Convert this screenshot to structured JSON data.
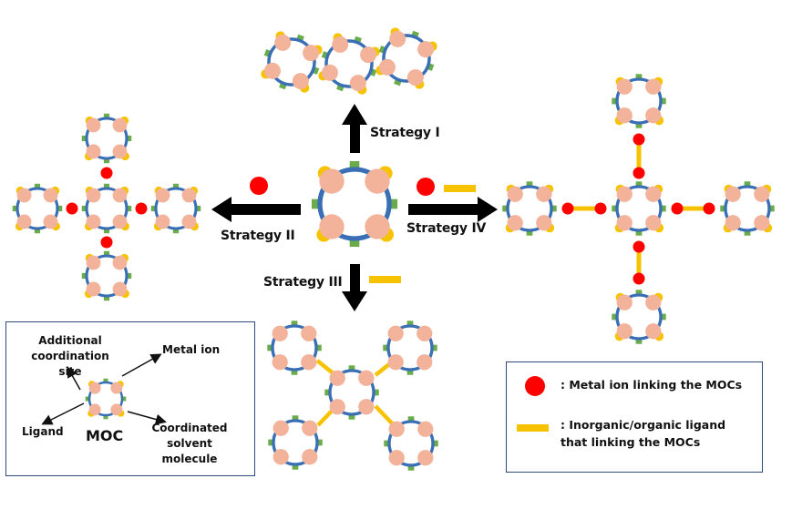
{
  "colors": {
    "ring": "#3a6fb6",
    "metal_ion": "#f2b39a",
    "solvent": "#f7c200",
    "coordination_site": "#6aab4a",
    "linking_metal": "#ff0000",
    "linking_ligand": "#f7c200",
    "arrow": "#000000",
    "box_border": "#2f4a78"
  },
  "strategies": {
    "one": "Strategy I",
    "two": "Strategy II",
    "three": "Strategy III",
    "four": "Strategy IV"
  },
  "key_box": {
    "additional_site": "Additional coordination site",
    "additional_site_line1": "Additional",
    "additional_site_line2": "coordination site",
    "metal_ion": "Metal ion",
    "ligand": "Ligand",
    "moc": "MOC",
    "solvent_line1": "Coordinated solvent",
    "solvent_line2": "molecule"
  },
  "legend": {
    "items": [
      {
        "symbol": "red-circle",
        "text": ": Metal ion linking the MOCs"
      },
      {
        "symbol": "yellow-bar",
        "text_line1": ": Inorganic/organic ligand",
        "text_line2": "that linking the MOCs"
      }
    ]
  }
}
